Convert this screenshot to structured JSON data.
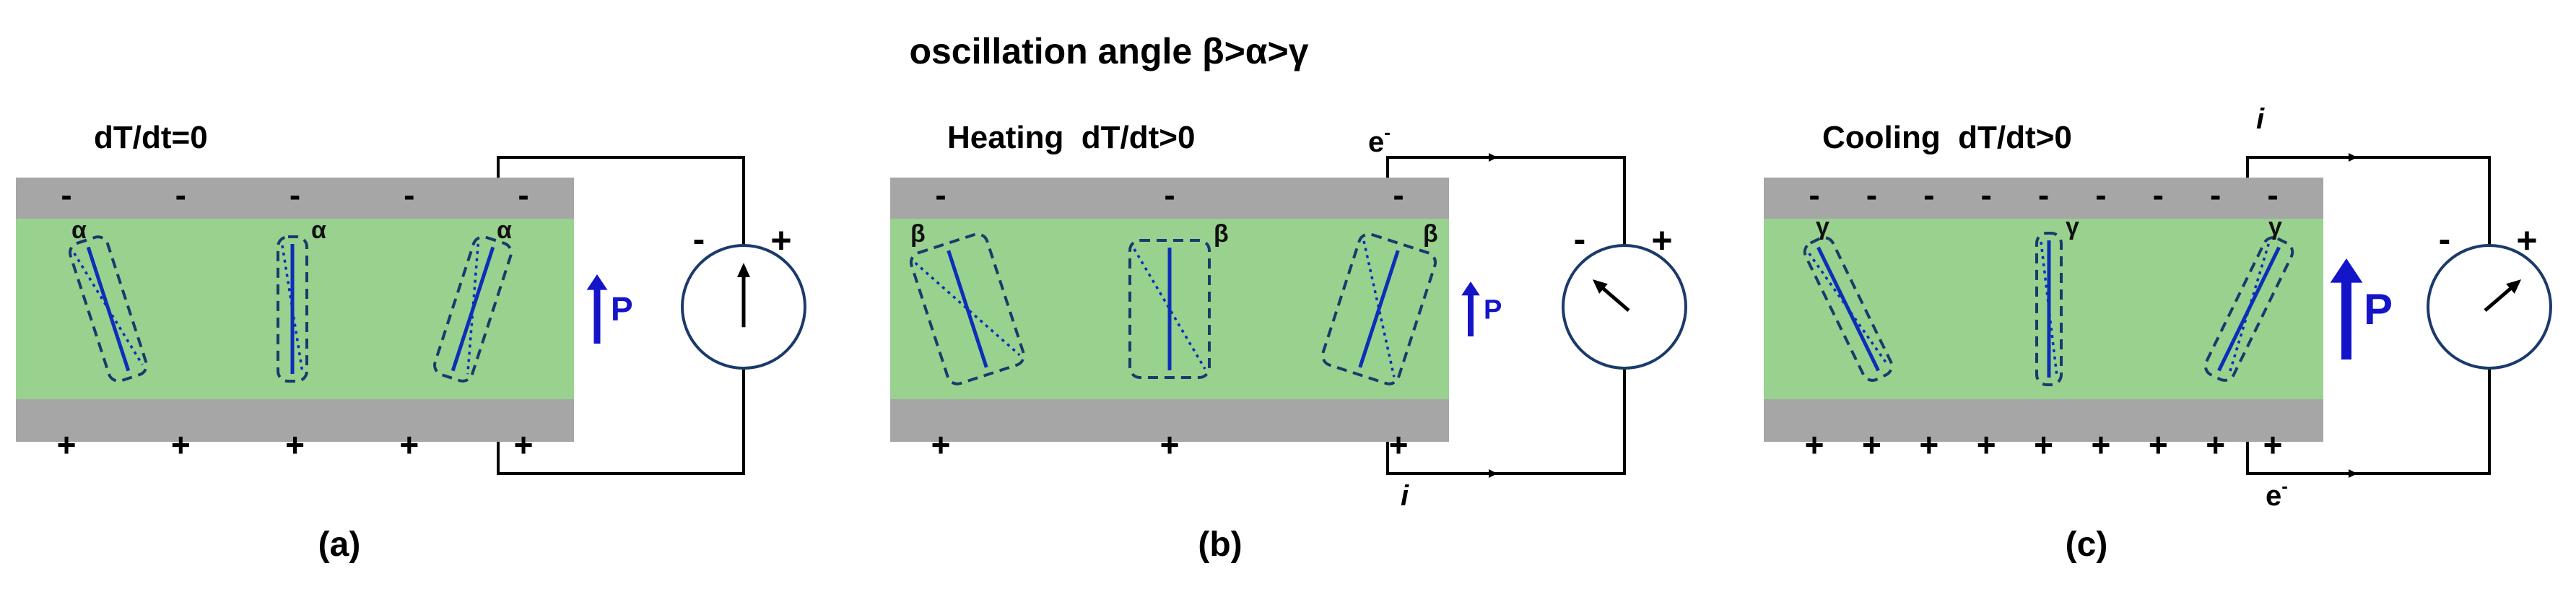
{
  "title": "oscillation angle β>α>γ",
  "colors": {
    "electrode": "#a6a6a6",
    "film": "#99d18f",
    "dipole": "#0b2fb8",
    "box": "#1b3a6b",
    "polarization": "#1414c8",
    "wire": "#000000"
  },
  "panels": [
    {
      "caption": "(a)",
      "condition": "dT/dt=0",
      "top_charges": [
        "-",
        "-",
        "-",
        "-",
        "-"
      ],
      "bottom_charges": [
        "+",
        "+",
        "+",
        "+",
        "+"
      ],
      "angle_symbol": "α",
      "polarization_label": "P",
      "polarization_strength": 0.55,
      "meter_needle": "center",
      "meter_minus": "-",
      "meter_plus": "+",
      "current_top": "",
      "current_bottom": "",
      "electron_top": "",
      "electron_top_sup": "",
      "electron_bottom": "",
      "electron_bottom_sup": ""
    },
    {
      "caption": "(b)",
      "condition": "Heating  dT/dt>0",
      "top_charges": [
        "-",
        "-",
        "-"
      ],
      "bottom_charges": [
        "+",
        "+",
        "+"
      ],
      "angle_symbol": "β",
      "polarization_label": "P",
      "polarization_strength": 0.4,
      "meter_needle": "left",
      "meter_minus": "-",
      "meter_plus": "+",
      "current_top": "",
      "current_bottom": "i",
      "electron_top": "e",
      "electron_top_sup": "-",
      "electron_bottom": "",
      "electron_bottom_sup": ""
    },
    {
      "caption": "(c)",
      "condition": "Cooling  dT/dt>0",
      "top_charges": [
        "-",
        "-",
        "-",
        "-",
        "-",
        "-",
        "-",
        "-",
        "-"
      ],
      "bottom_charges": [
        "+",
        "+",
        "+",
        "+",
        "+",
        "+",
        "+",
        "+",
        "+"
      ],
      "angle_symbol": "γ",
      "polarization_label": "P",
      "polarization_strength": 1.0,
      "meter_needle": "right",
      "meter_minus": "-",
      "meter_plus": "+",
      "current_top": "i",
      "current_bottom": "",
      "electron_top": "",
      "electron_top_sup": "",
      "electron_bottom": "e",
      "electron_bottom_sup": "-"
    }
  ]
}
